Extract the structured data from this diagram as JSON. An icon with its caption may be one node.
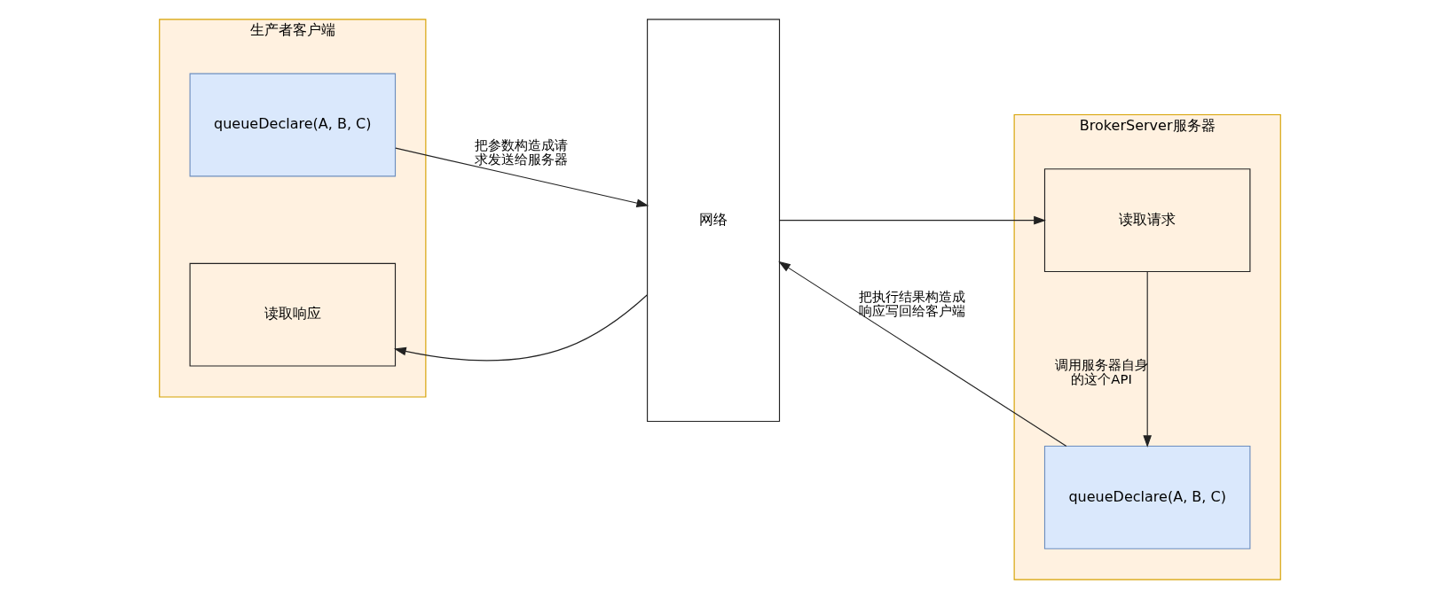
{
  "diagram": {
    "nodes": [
      {
        "text": [
          "生产者客户端"
        ]
      },
      {
        "text": [
          "queueDeclare(A, B, C)"
        ],
        "in": 0
      },
      {
        "text": [
          "读取响应"
        ],
        "in": 0
      },
      {
        "text": [
          "网络"
        ]
      },
      {
        "text": [
          "BrokerServer服务器"
        ]
      },
      {
        "text": [
          "读取请求"
        ],
        "in": 4
      },
      {
        "text": [
          "queueDeclare(A, B, C)"
        ],
        "in": 4
      }
    ],
    "edges": [
      {
        "from": 1,
        "to": 3,
        "arrow": "to",
        "label": "把参数构造成请求发送给服务器"
      },
      {
        "from": 3,
        "to": 5,
        "arrow": "to"
      },
      {
        "from": 5,
        "to": 6,
        "arrow": "to",
        "label": "调用服务器自身的这个API"
      },
      {
        "from": 6,
        "to": 3,
        "arrow": "to",
        "label": "把执行结果构造成响应写回给客户端"
      },
      {
        "from": 3,
        "to": 2,
        "arrow": "to"
      }
    ]
  }
}
